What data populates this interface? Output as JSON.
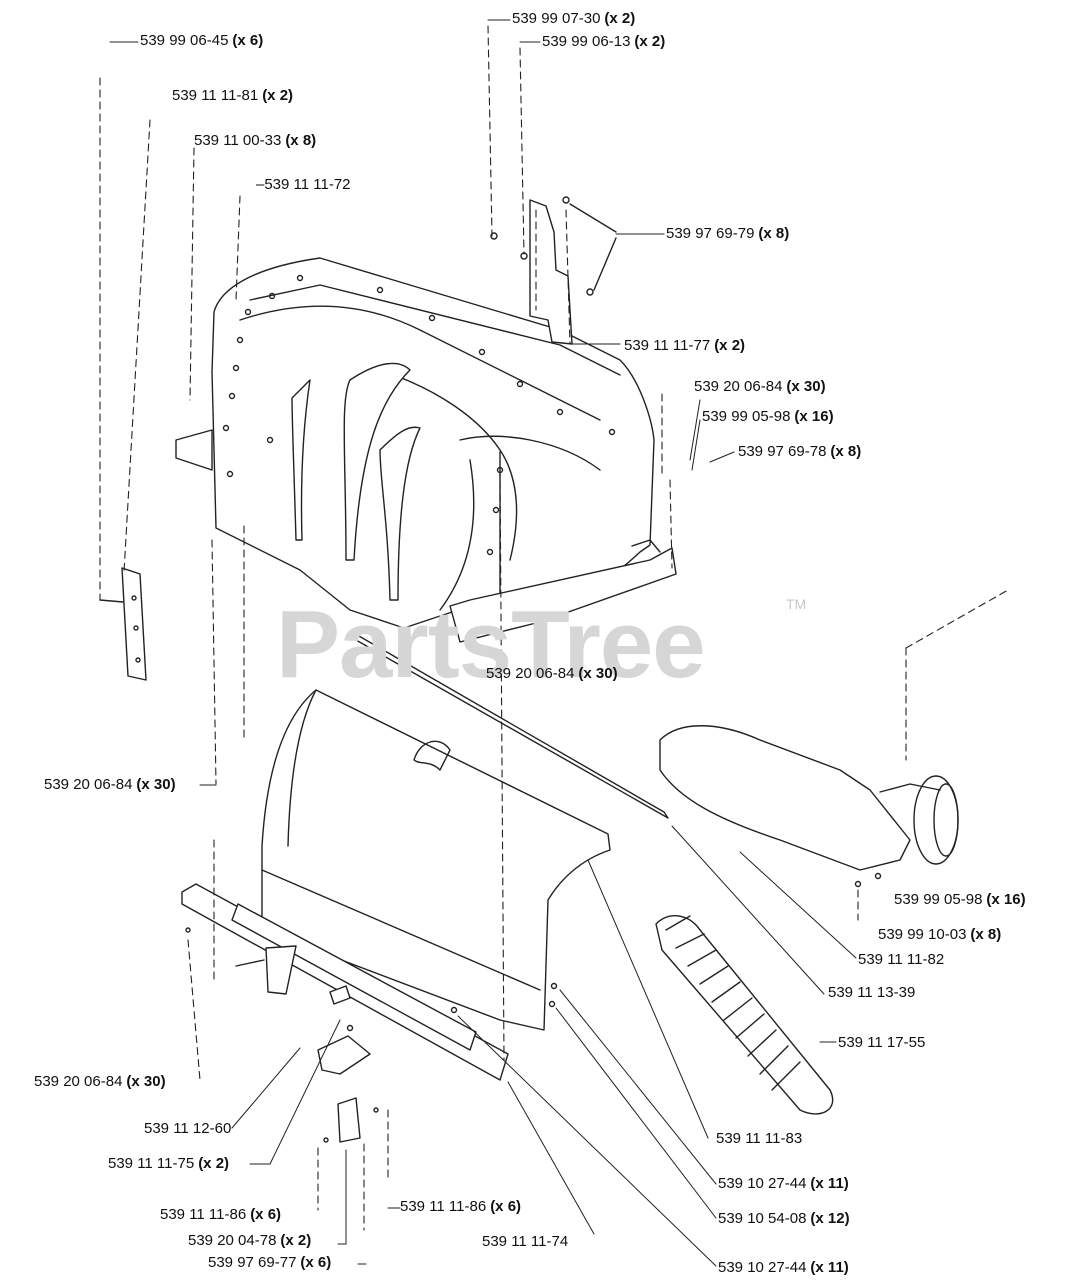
{
  "watermark": {
    "text": "PartsTree",
    "tm": "TM"
  },
  "callouts": {
    "c01": {
      "part": "539 99 06-45",
      "qty": "(x 6)"
    },
    "c02": {
      "part": "539 11 11-81",
      "qty": "(x 2)"
    },
    "c03": {
      "part": "539 11 00-33",
      "qty": "(x 8)"
    },
    "c04": {
      "part": "539 11 11-72",
      "qty": ""
    },
    "c05": {
      "part": "539 99 07-30",
      "qty": "(x 2)"
    },
    "c06": {
      "part": "539 99 06-13",
      "qty": "(x 2)"
    },
    "c07": {
      "part": "539 97 69-79",
      "qty": "(x 8)"
    },
    "c08": {
      "part": "539 11 11-77",
      "qty": "(x 2)"
    },
    "c09": {
      "part": "539 20 06-84",
      "qty": "(x 30)"
    },
    "c10": {
      "part": "539 99 05-98",
      "qty": "(x 16)"
    },
    "c11": {
      "part": "539 97 69-78",
      "qty": "(x 8)"
    },
    "c12": {
      "part": "539 20 06-84",
      "qty": "(x 30)"
    },
    "c13": {
      "part": "539 20 06-84",
      "qty": "(x 30)"
    },
    "c14": {
      "part": "539 99 05-98",
      "qty": "(x 16)"
    },
    "c15": {
      "part": "539 99 10-03",
      "qty": "(x 8)"
    },
    "c16": {
      "part": "539 11 11-82",
      "qty": ""
    },
    "c17": {
      "part": "539 11 13-39",
      "qty": ""
    },
    "c18": {
      "part": "539 11 17-55",
      "qty": ""
    },
    "c19": {
      "part": "539 20 06-84",
      "qty": "(x 30)"
    },
    "c20": {
      "part": "539 11 12-60",
      "qty": ""
    },
    "c21": {
      "part": "539 11 11-75",
      "qty": "(x 2)"
    },
    "c22": {
      "part": "539 11 11-83",
      "qty": ""
    },
    "c23": {
      "part": "539 10 27-44",
      "qty": "(x 11)"
    },
    "c24": {
      "part": "539 10 54-08",
      "qty": "(x 12)"
    },
    "c25": {
      "part": "539 11 11-86",
      "qty": "(x 6)"
    },
    "c26": {
      "part": "539 11 11-86",
      "qty": "(x 6)"
    },
    "c27": {
      "part": "539 11 11-74",
      "qty": ""
    },
    "c28": {
      "part": "539 20 04-78",
      "qty": "(x 2)"
    },
    "c29": {
      "part": "539 97 69-77",
      "qty": "(x 6)"
    },
    "c30": {
      "part": "539 10 27-44",
      "qty": "(x 11)"
    }
  }
}
